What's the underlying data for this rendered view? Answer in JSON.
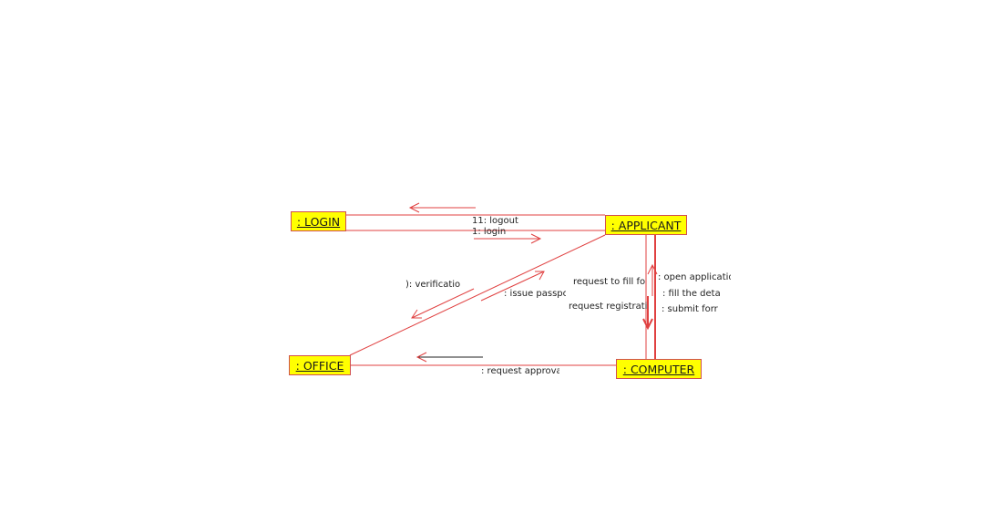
{
  "objects": {
    "login": ": LOGIN",
    "applicant": ": APPLICANT",
    "office": ": OFFICE",
    "computer": ": COMPUTER"
  },
  "messages": {
    "logout": "11: logout",
    "login": "1: login",
    "verification": "): verificatior",
    "issue_passport": ": issue passpo",
    "request_fill_form": "request to fill for",
    "request_registration": "request registratic",
    "open_application": ": open applicatio",
    "fill_details": ": fill the detai",
    "submit_form": ": submit forr",
    "request_approval": ": request approva"
  },
  "colors": {
    "link": "#e04040",
    "object_fill": "#ffff00",
    "object_border": "#d05050"
  }
}
